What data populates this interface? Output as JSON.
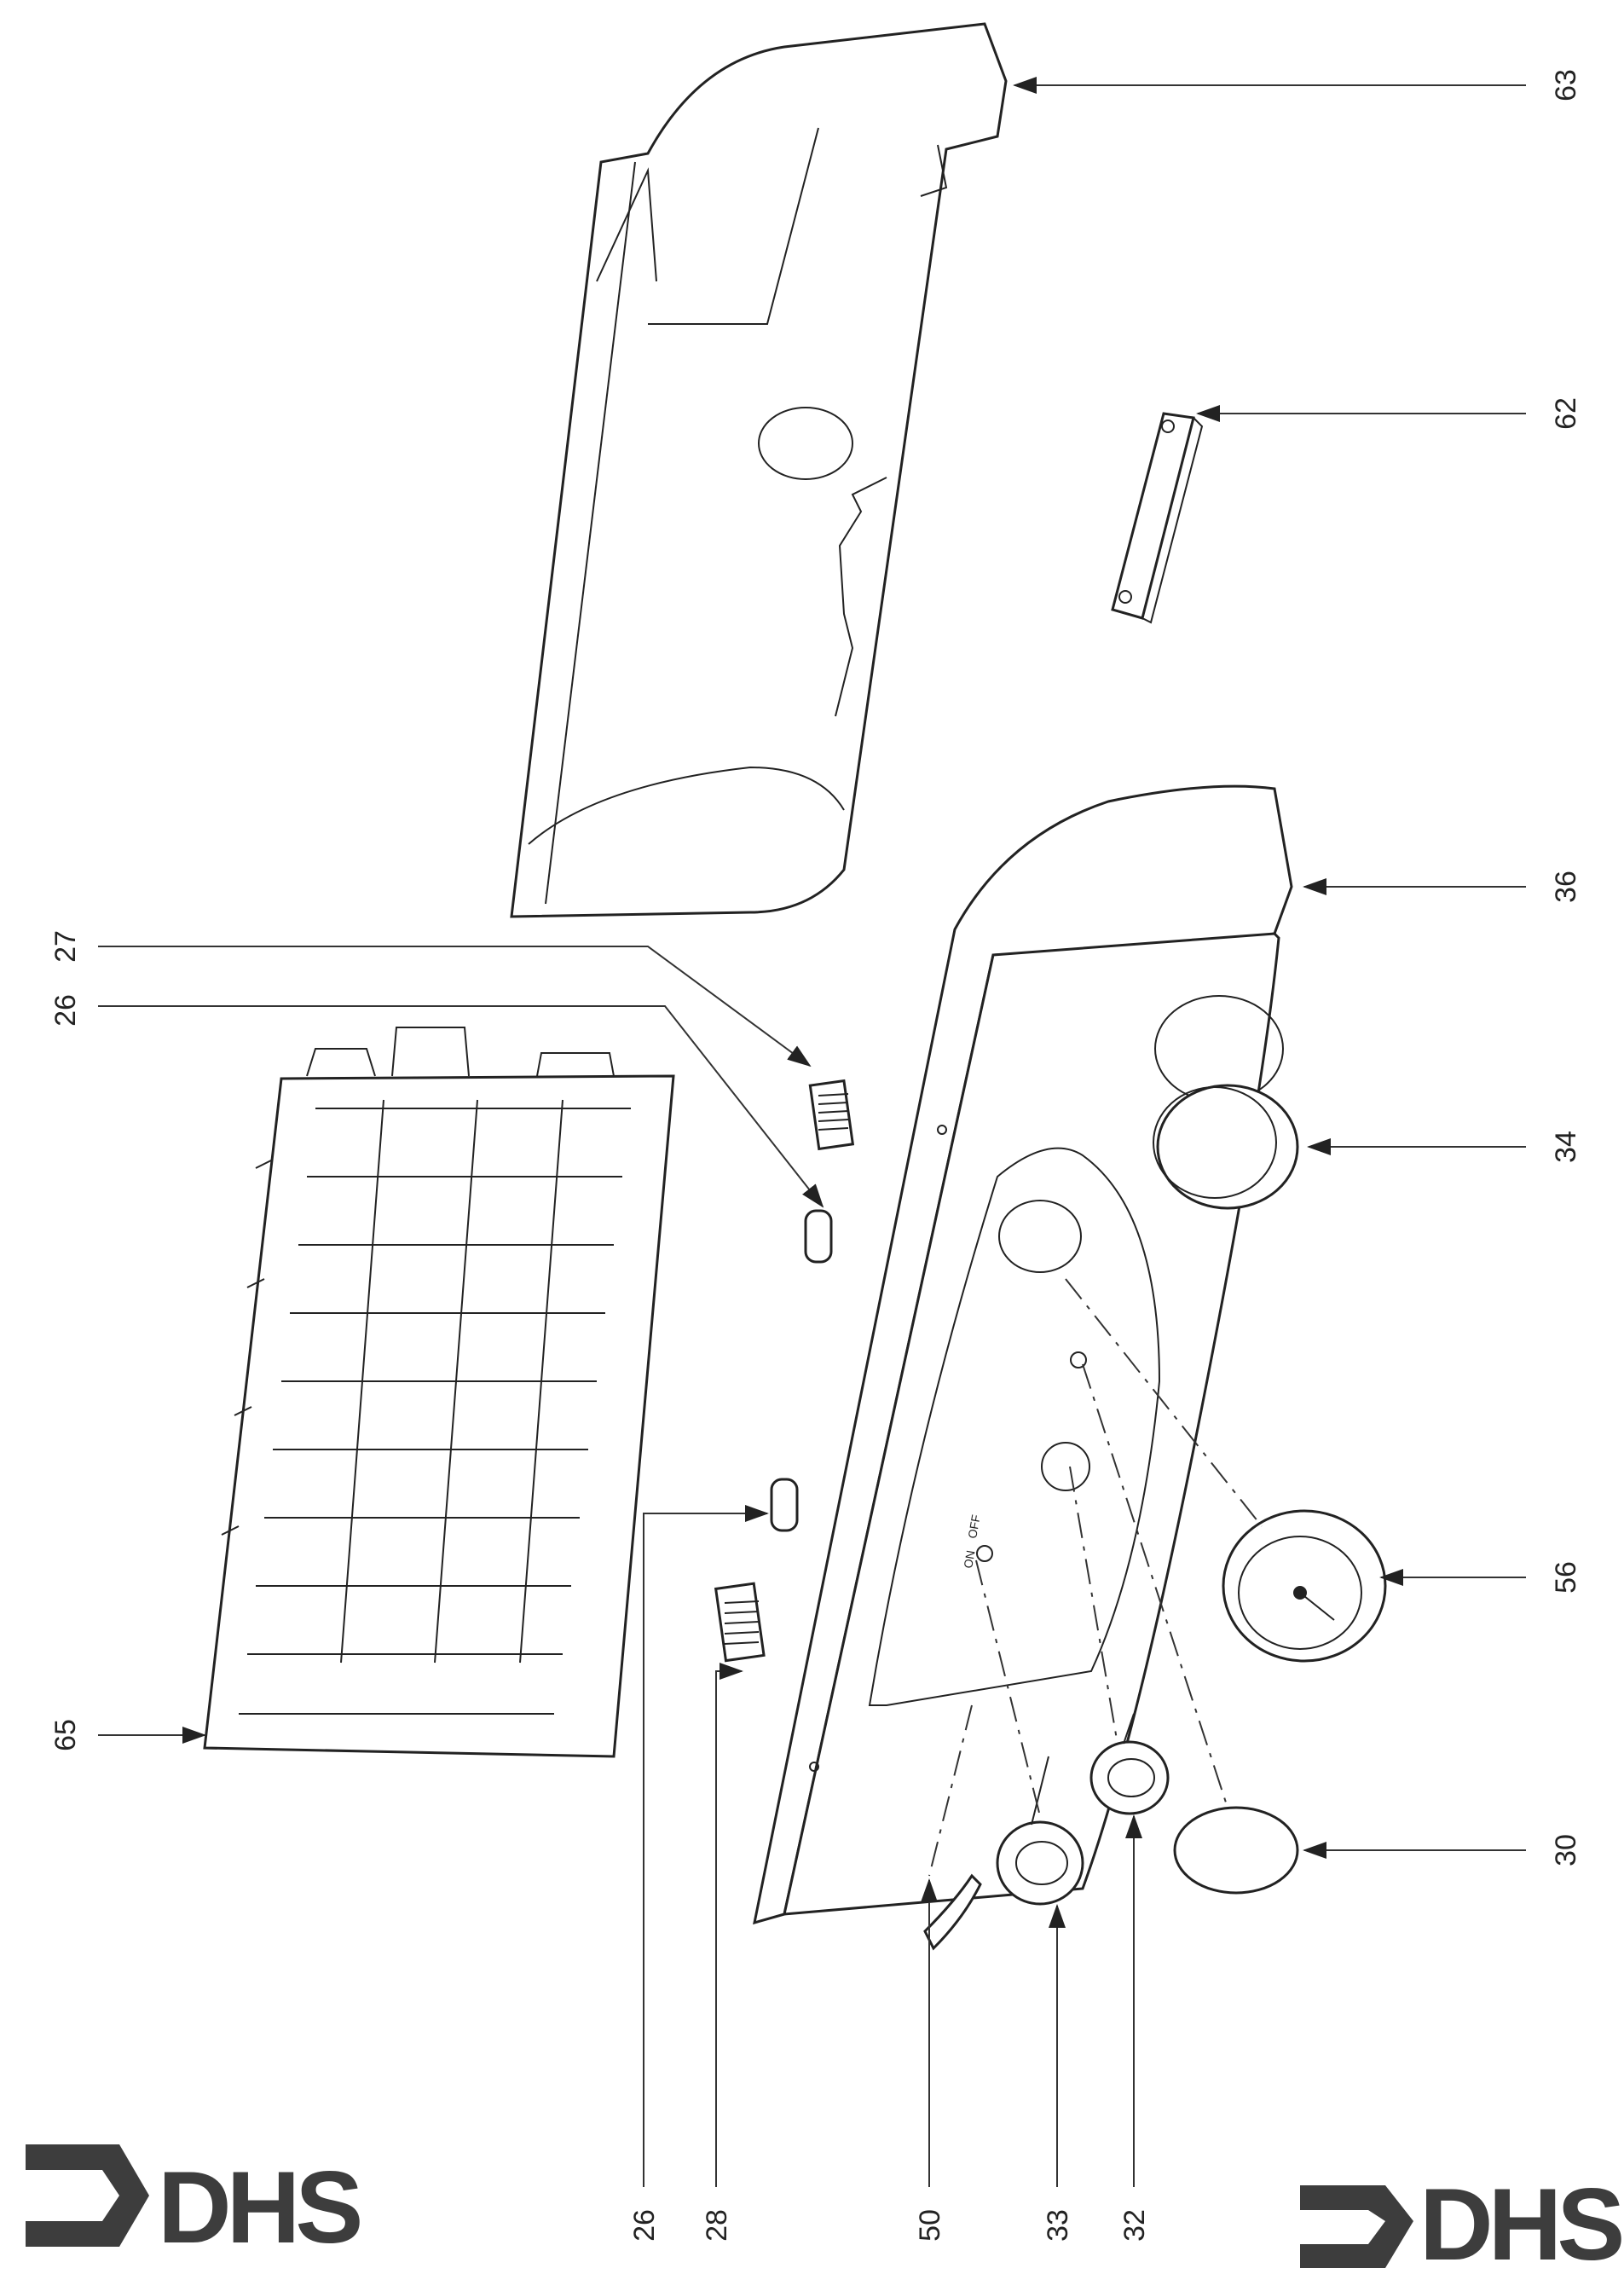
{
  "labels": {
    "p63": "63",
    "p62": "62",
    "p36": "36",
    "p34": "34",
    "p56": "56",
    "p30": "30",
    "p27": "27",
    "p26_top": "26",
    "p65": "65",
    "p26_bottom": "26",
    "p28": "28",
    "p50": "50",
    "p33": "33",
    "p32": "32"
  },
  "logos": {
    "left": "DHS",
    "right": "DHS"
  },
  "panel_text": {
    "on": "ON",
    "off": "OFF"
  },
  "colors": {
    "line": "#222222",
    "logo": "#3d3d3d"
  }
}
